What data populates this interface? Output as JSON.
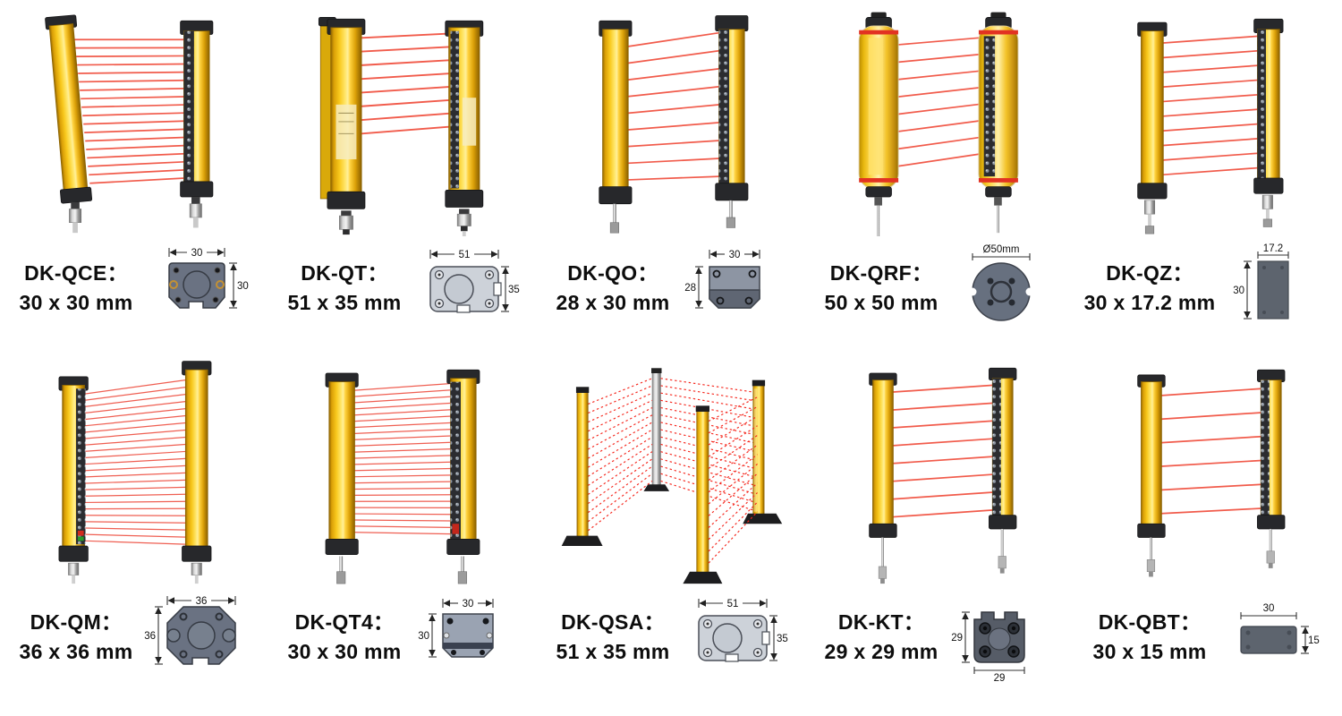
{
  "colors": {
    "bar_yellow": "#f6c411",
    "beam_red": "#f0503f",
    "section_gray": "#6a7282",
    "section_light": "#cdd2d9",
    "cap_black": "#27282b"
  },
  "products": [
    {
      "id": "dk-qce",
      "name": "DK-QCE：",
      "size": "30 x 30 mm",
      "section": {
        "dim_top": "30",
        "dim_right": "30"
      }
    },
    {
      "id": "dk-qt",
      "name": "DK-QT：",
      "size": "51 x 35 mm",
      "section": {
        "dim_top": "51",
        "dim_right": "35"
      }
    },
    {
      "id": "dk-qo",
      "name": "DK-QO：",
      "size": "28 x 30 mm",
      "section": {
        "dim_top": "30",
        "dim_left": "28"
      }
    },
    {
      "id": "dk-qrf",
      "name": "DK-QRF：",
      "size": "50 x 50 mm",
      "section": {
        "dim_top": "Ø50mm"
      }
    },
    {
      "id": "dk-qz",
      "name": "DK-QZ：",
      "size": "30 x 17.2 mm",
      "section": {
        "dim_top": "17.2",
        "dim_left": "30"
      }
    },
    {
      "id": "dk-qm",
      "name": "DK-QM：",
      "size": "36 x 36 mm",
      "section": {
        "dim_top": "36",
        "dim_left": "36"
      }
    },
    {
      "id": "dk-qt4",
      "name": "DK-QT4：",
      "size": "30 x 30 mm",
      "section": {
        "dim_top": "30",
        "dim_left": "30"
      }
    },
    {
      "id": "dk-qsa",
      "name": "DK-QSA：",
      "size": "51 x 35 mm",
      "section": {
        "dim_top": "51",
        "dim_right": "35"
      }
    },
    {
      "id": "dk-kt",
      "name": "DK-KT：",
      "size": "29 x 29 mm",
      "section": {
        "dim_left": "29",
        "dim_bottom": "29"
      }
    },
    {
      "id": "dk-qbt",
      "name": "DK-QBT：",
      "size": "30 x 15 mm",
      "section": {
        "dim_top": "30",
        "dim_right": "15"
      }
    }
  ]
}
